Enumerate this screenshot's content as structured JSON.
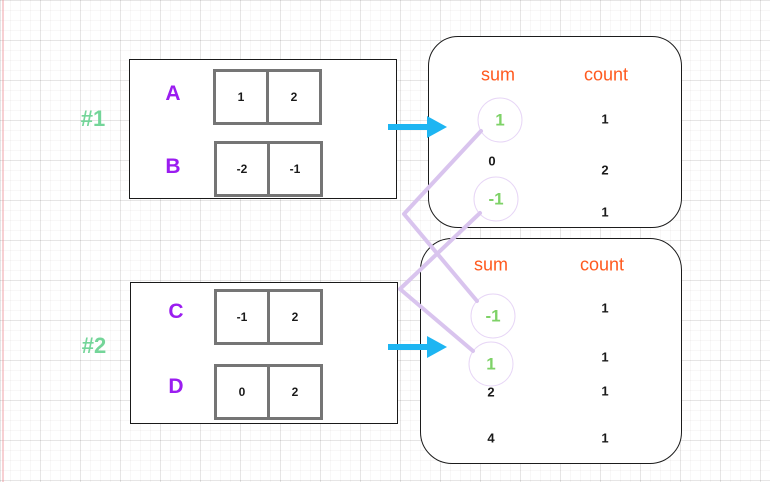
{
  "colors": {
    "group_label_green": "#74d599",
    "array_name_purple": "#9b1df0",
    "header_orange": "#ff5a1f",
    "arrow_cyan": "#1db5f2",
    "connector_lavender": "#d9c4ee",
    "highlight_green": "#7ed267"
  },
  "groups": [
    {
      "label": "#1",
      "arrays": [
        {
          "name": "A",
          "cells": [
            "1",
            "2"
          ]
        },
        {
          "name": "B",
          "cells": [
            "-2",
            "-1"
          ]
        }
      ],
      "result": {
        "sum_header": "sum",
        "count_header": "count",
        "rows": [
          {
            "sum": "1",
            "count": "1",
            "highlighted": true
          },
          {
            "sum": "0",
            "count": "2",
            "highlighted": false
          },
          {
            "sum": "-1",
            "count": "1",
            "highlighted": true
          }
        ]
      }
    },
    {
      "label": "#2",
      "arrays": [
        {
          "name": "C",
          "cells": [
            "-1",
            "2"
          ]
        },
        {
          "name": "D",
          "cells": [
            "0",
            "2"
          ]
        }
      ],
      "result": {
        "sum_header": "sum",
        "count_header": "count",
        "rows": [
          {
            "sum": "-1",
            "count": "1",
            "highlighted": true
          },
          {
            "sum": "1",
            "count": "1",
            "highlighted": true
          },
          {
            "sum": "2",
            "count": "1",
            "highlighted": false
          },
          {
            "sum": "4",
            "count": "1",
            "highlighted": false
          }
        ]
      }
    }
  ],
  "connections": [
    {
      "from": "group1 sum 1",
      "to": "group2 sum -1"
    },
    {
      "from": "group1 sum -1",
      "to": "group2 sum 1"
    }
  ]
}
